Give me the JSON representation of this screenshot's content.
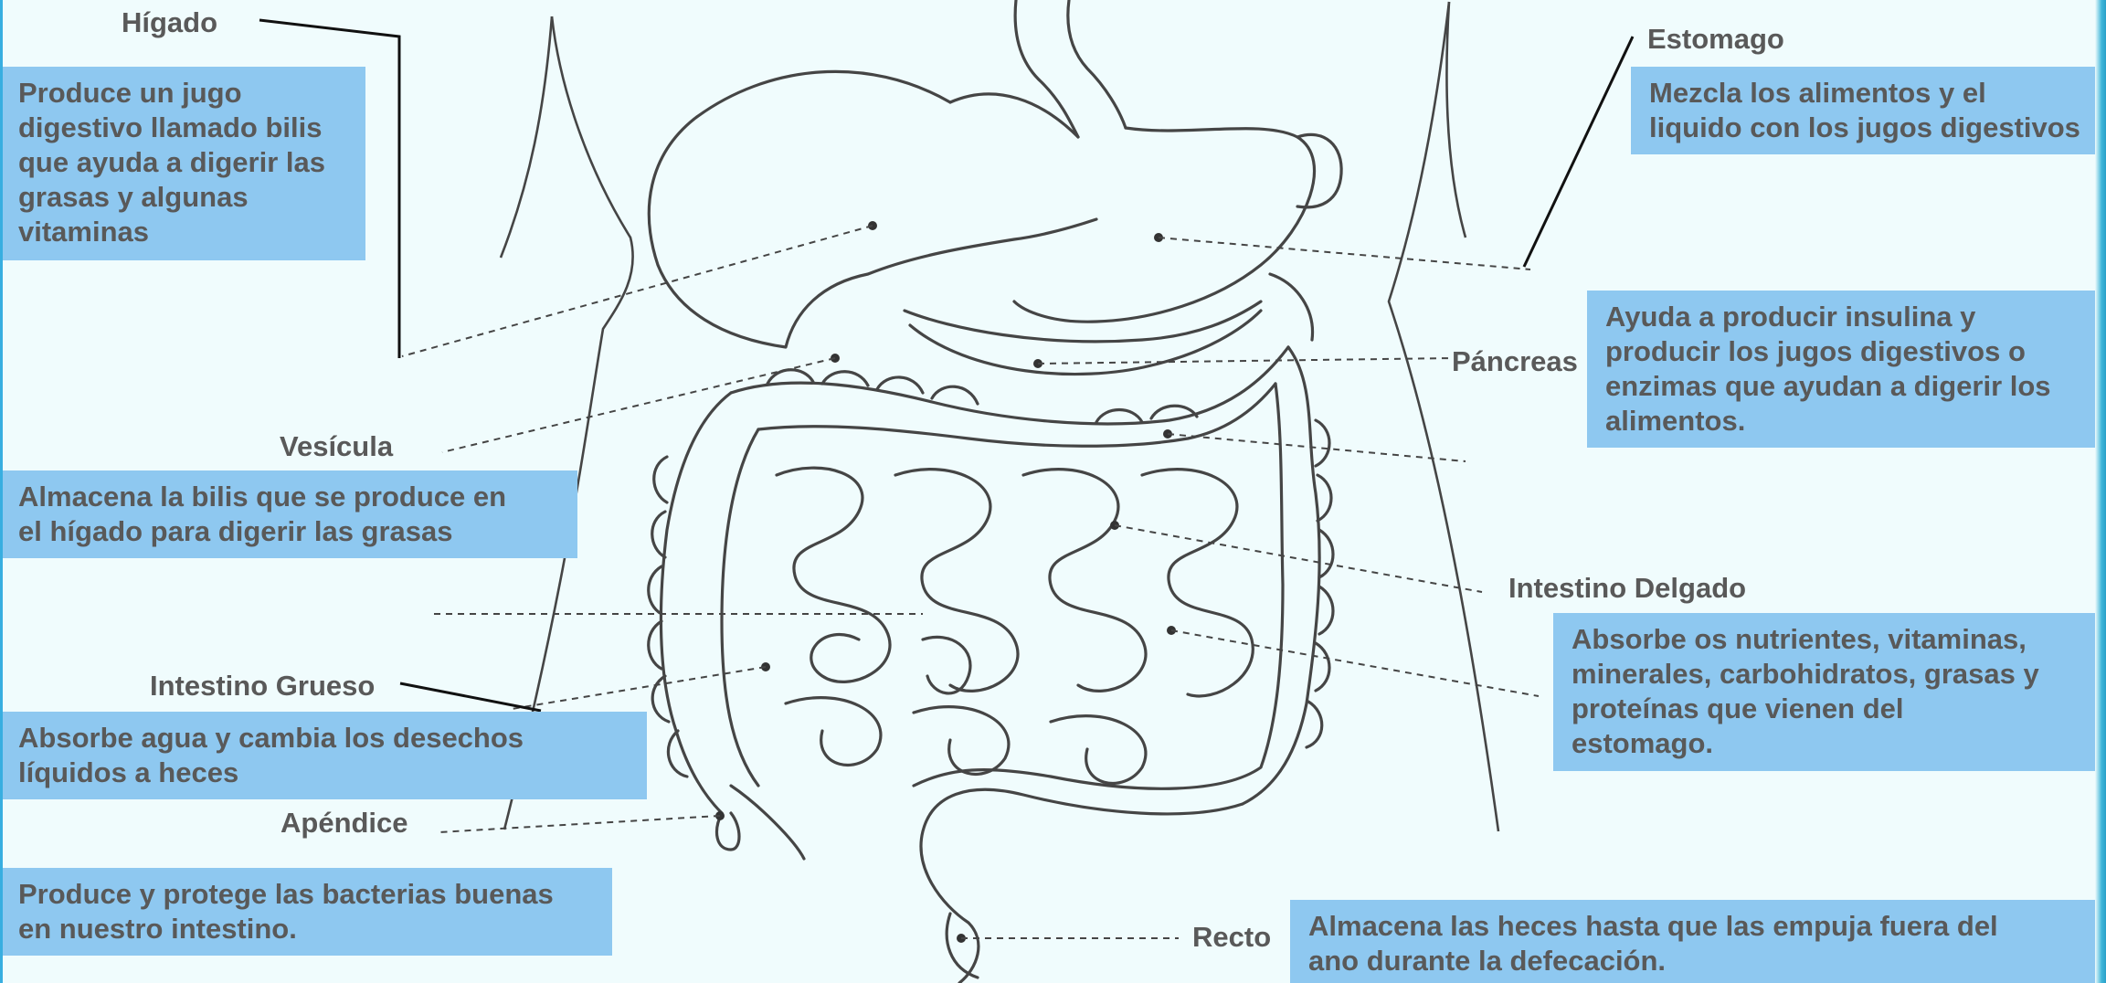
{
  "labels": {
    "liver": "Hígado",
    "stomach": "Estomago",
    "pancreas": "Páncreas",
    "gallbladder": "Vesícula",
    "small_intestine": "Intestino Delgado",
    "large_intestine": "Intestino Grueso",
    "appendix": "Apéndice",
    "rectum": "Recto"
  },
  "descriptions": {
    "liver": [
      "Produce un jugo",
      "digestivo llamado bilis",
      "que ayuda a digerir las",
      "grasas y algunas",
      "vitaminas"
    ],
    "stomach": [
      "Mezcla los alimentos y el",
      "liquido con los jugos digestivos"
    ],
    "pancreas": [
      "Ayuda a producir insulina y",
      "producir los jugos digestivos o",
      "enzimas que ayudan a digerir los",
      "alimentos."
    ],
    "gallbladder": [
      "Almacena la bilis que se produce en",
      "el hígado para digerir las grasas"
    ],
    "small_intestine": [
      "Absorbe os nutrientes, vitaminas,",
      "minerales, carbohidratos, grasas y",
      "proteínas que vienen del",
      "estomago."
    ],
    "large_intestine": [
      "Absorbe agua y cambia los desechos",
      "líquidos a heces"
    ],
    "appendix": [
      "Produce y protege las bacterias buenas",
      "en nuestro intestino."
    ],
    "rectum": [
      "Almacena las heces hasta que las empuja fuera del",
      "ano durante la defecación."
    ]
  },
  "colors": {
    "background": "#f0fcfd",
    "box_fill": "#8ec8f0",
    "text": "#595959",
    "accent_edge": "#2aa0c8"
  }
}
